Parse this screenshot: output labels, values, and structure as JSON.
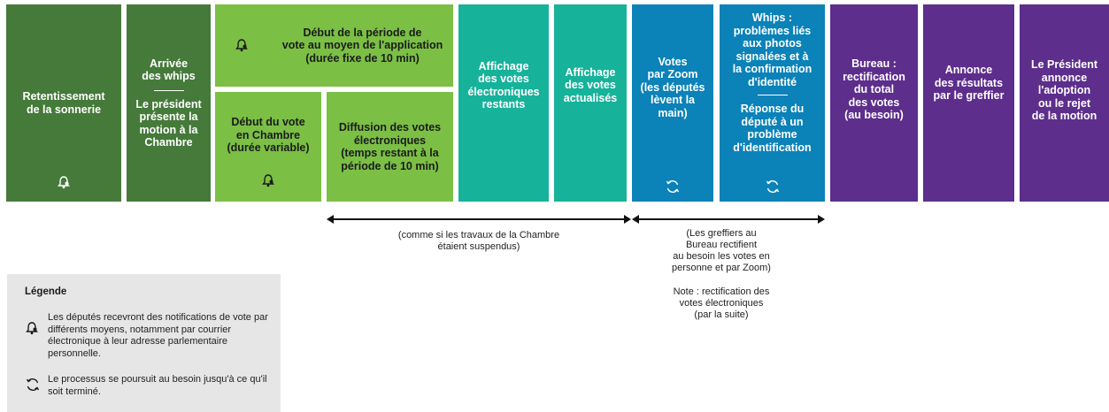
{
  "boxes": {
    "b1": "Retentissement\nde la sonnerie",
    "b2_top": "Arrivée\ndes whips",
    "b2_bottom": "Le président\nprésente la\nmotion à la\nChambre",
    "b3_top": "Début de la période de\nvote au moyen de l'application\n(durée fixe de 10 min)",
    "b3_left": "Début du vote\nen Chambre\n(durée variable)",
    "b3_right": "Diffusion des votes\nélectroniques\n(temps restant à la\npériode de 10 min)",
    "b4": "Affichage\ndes votes\nélectroniques\nrestants",
    "b5": "Affichage\ndes votes\nactualisés",
    "b6": "Votes\npar Zoom\n(les députés\nlèvent la\nmain)",
    "b7_top": "Whips :\nproblèmes liés\naux photos\nsignalées et à\nla confirmation\nd'identité",
    "b7_bottom": "Réponse du\ndéputé à un\nproblème\nd'identification",
    "b8": "Bureau :\nrectification\ndu total\ndes votes\n(au besoin)",
    "b9": "Annonce\ndes résultats\npar le greffier",
    "b10": "Le Président\nannonce\nl'adoption\nou le rejet\nde la motion"
  },
  "notes": {
    "left": "(comme si les travaux de la Chambre\nétaient suspendus)",
    "right1": "(Les greffiers au\nBureau rectifient\nau besoin les votes en\npersonne et par Zoom)",
    "right2": "Note : rectification des\nvotes électroniques\n(par la suite)"
  },
  "legend": {
    "title": "Légende",
    "bell_text": "Les députés recevront des notifications de vote par différents moyens, notamment par courrier électronique à leur adresse parlementaire personnelle.",
    "cycle_text": "Le processus se poursuit au besoin jusqu'à ce qu'il soit terminé."
  },
  "icons": [
    "bell-icon",
    "cycle-icon"
  ],
  "colors": {
    "dark_green": "#457a3a",
    "light_green": "#7bbf45",
    "teal": "#17b29a",
    "blue": "#0b82b8",
    "purple": "#5d2e8c"
  }
}
